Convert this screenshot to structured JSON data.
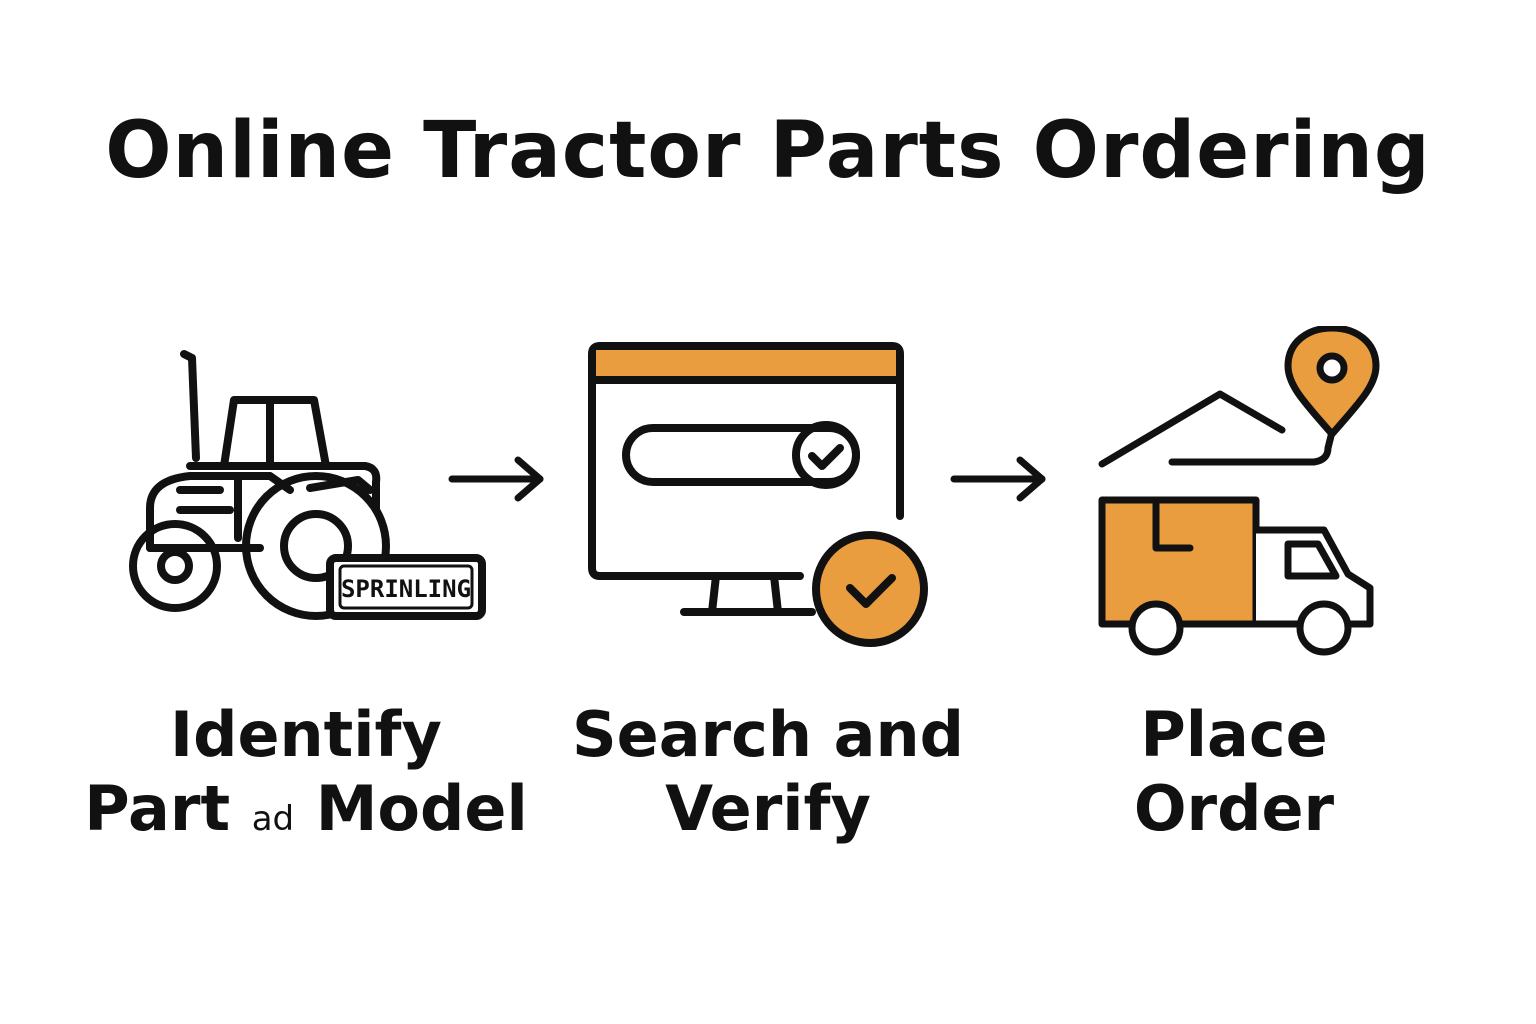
{
  "title": "Online Tractor Parts Ordering",
  "colors": {
    "accent": "#E99D3E",
    "stroke": "#111111",
    "background": "#FFFFFF"
  },
  "steps": [
    {
      "icon": "tractor-icon",
      "plate_text": "SPRINLING",
      "label_line1": "Identify",
      "label_line2_a": "Part",
      "label_line2_b": "ad",
      "label_line2_c": "Model"
    },
    {
      "icon": "computer-search-icon",
      "label_line1": "Search and",
      "label_line2": "Verify"
    },
    {
      "icon": "delivery-truck-icon",
      "label_line1": "Place",
      "label_line2": "Order"
    }
  ],
  "connectors": [
    "arrow-right-icon",
    "arrow-right-icon"
  ]
}
